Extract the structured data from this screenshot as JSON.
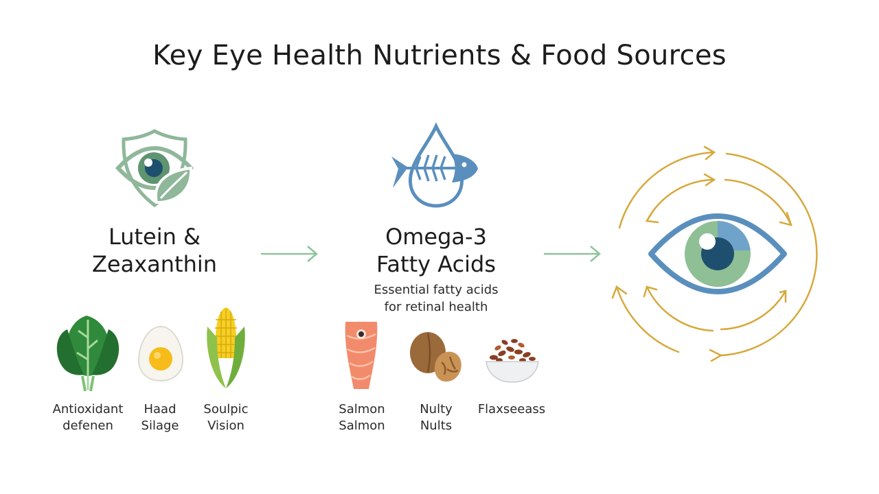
{
  "title": "Key Eye Health Nutrients & Food Sources",
  "colors": {
    "sage_green": "#8fb79a",
    "steel_blue": "#5a8fbd",
    "gold": "#d6a93d",
    "arrow_green": "#8fc29c"
  },
  "nutrients": [
    {
      "icon": "shield-eye-leaf-icon",
      "heading_line1": "Lutein &",
      "heading_line2": "Zeaxanthin",
      "foods": [
        {
          "icon": "spinach-icon",
          "label_line1": "Antioxidant",
          "label_line2": "defenen"
        },
        {
          "icon": "egg-icon",
          "label_line1": "Haad",
          "label_line2": "Silage"
        },
        {
          "icon": "corn-icon",
          "label_line1": "Soulpic",
          "label_line2": "Vision"
        }
      ]
    },
    {
      "icon": "fish-droplet-icon",
      "heading_line1": "Omega-3",
      "heading_line2": "Fatty Acids",
      "subtitle_line1": "Essential fatty acids",
      "subtitle_line2": "for retinal health",
      "foods": [
        {
          "icon": "salmon-icon",
          "label_line1": "Salmon",
          "label_line2": "Salmon"
        },
        {
          "icon": "walnut-icon",
          "label_line1": "Nulty",
          "label_line2": "Nults"
        },
        {
          "icon": "flaxseed-bowl-icon",
          "label_line1": "Flaxseeass",
          "label_line2": ""
        }
      ]
    }
  ],
  "result_icon": "eye-cycle-icon"
}
